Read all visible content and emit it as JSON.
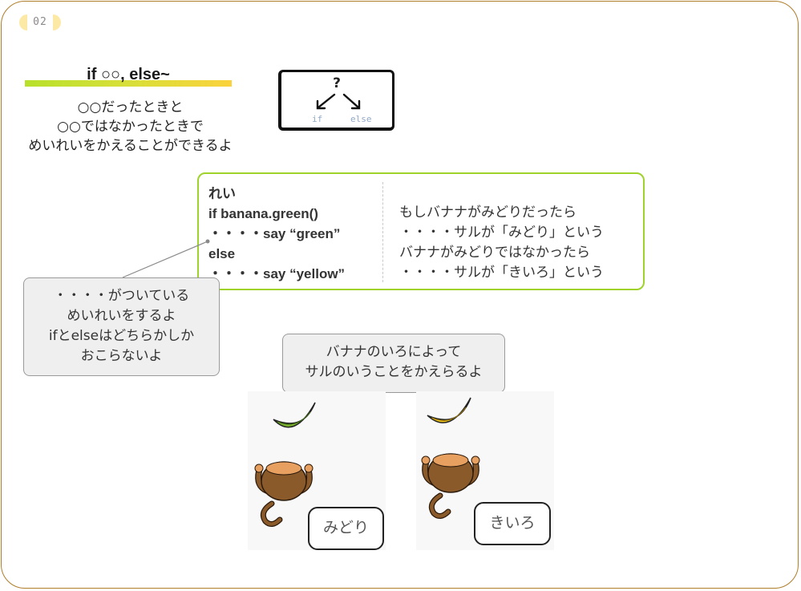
{
  "page": {
    "number": "02"
  },
  "header": {
    "title": "if ○○, else~"
  },
  "intro": {
    "lines": [
      "○○だったときと",
      "○○ではなかったときで",
      "めいれいをかえることができるよ"
    ]
  },
  "flow_diagram": {
    "question": "?",
    "left_label": "if",
    "right_label": "else"
  },
  "example": {
    "heading": "れい",
    "code_lines": [
      "if banana.green()",
      "・・・・say “green”",
      "else",
      "・・・・say “yellow”"
    ],
    "desc_lines": [
      "もしバナナがみどりだったら",
      "・・・・サルが「みどり」という",
      "バナナがみどりではなかったら",
      "・・・・サルが「きいろ」という"
    ]
  },
  "note_indent": {
    "lines": [
      "・・・・がついている",
      "めいれいをするよ",
      "ifとelseはどちらかしか",
      "おこらないよ"
    ]
  },
  "note_result": {
    "lines": [
      "バナナのいろによって",
      "サルのいうことをかえらるよ"
    ]
  },
  "scenes": [
    {
      "banana_color": "#7bb32e",
      "speech": "みどり"
    },
    {
      "banana_color": "#f0c419",
      "speech": "きいろ"
    }
  ],
  "colors": {
    "frame": "#b07d2a",
    "example_border": "#9fd22a",
    "badge": "#fde9a6",
    "title_gradient_start": "#b8e02a",
    "title_gradient_end": "#fbd23c"
  }
}
